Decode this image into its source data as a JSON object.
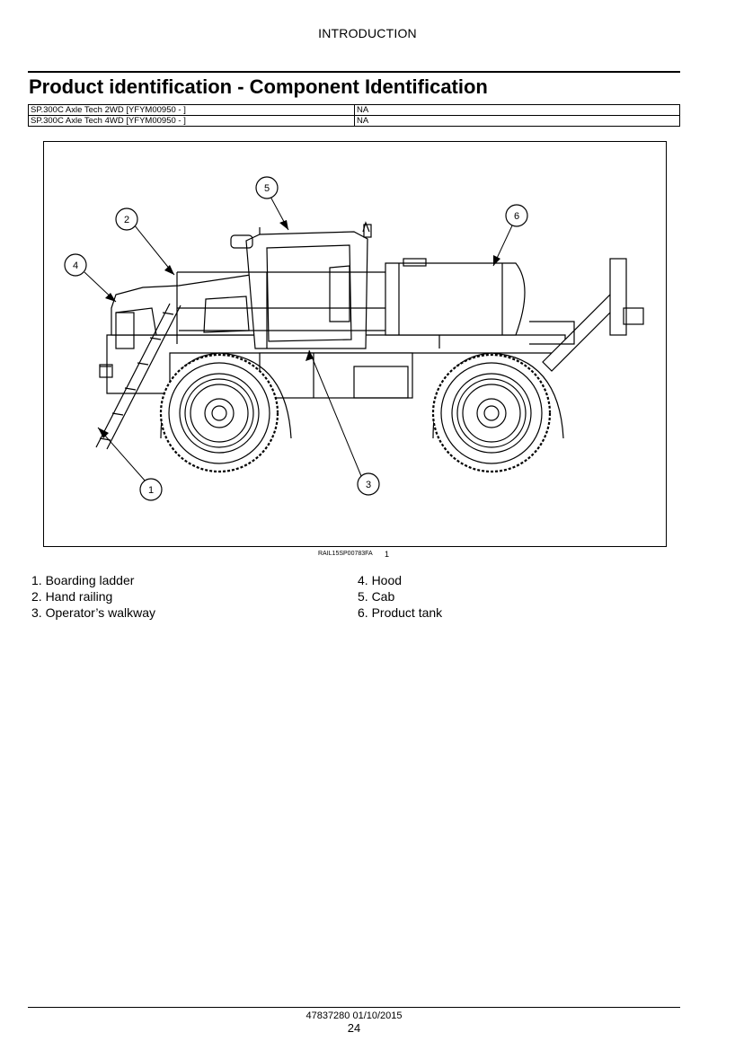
{
  "header": {
    "section": "INTRODUCTION"
  },
  "title": "Product identification - Component Identification",
  "applicability": [
    {
      "model": "SP.300C Axle Tech 2WD [YFYM00950 - ]",
      "region": "NA"
    },
    {
      "model": "SP.300C Axle Tech 4WD [YFYM00950 - ]",
      "region": "NA"
    }
  ],
  "figure": {
    "callouts": [
      "1",
      "2",
      "3",
      "4",
      "5",
      "6"
    ],
    "reference": "RAIL15SP00783FA",
    "number": "1"
  },
  "legend": {
    "left": [
      "1. Boarding ladder",
      "2. Hand railing",
      "3. Operator’s walkway"
    ],
    "right": [
      "4. Hood",
      "5. Cab",
      "6. Product tank"
    ]
  },
  "footer": {
    "doc": "47837280 01/10/2015",
    "page": "24"
  }
}
